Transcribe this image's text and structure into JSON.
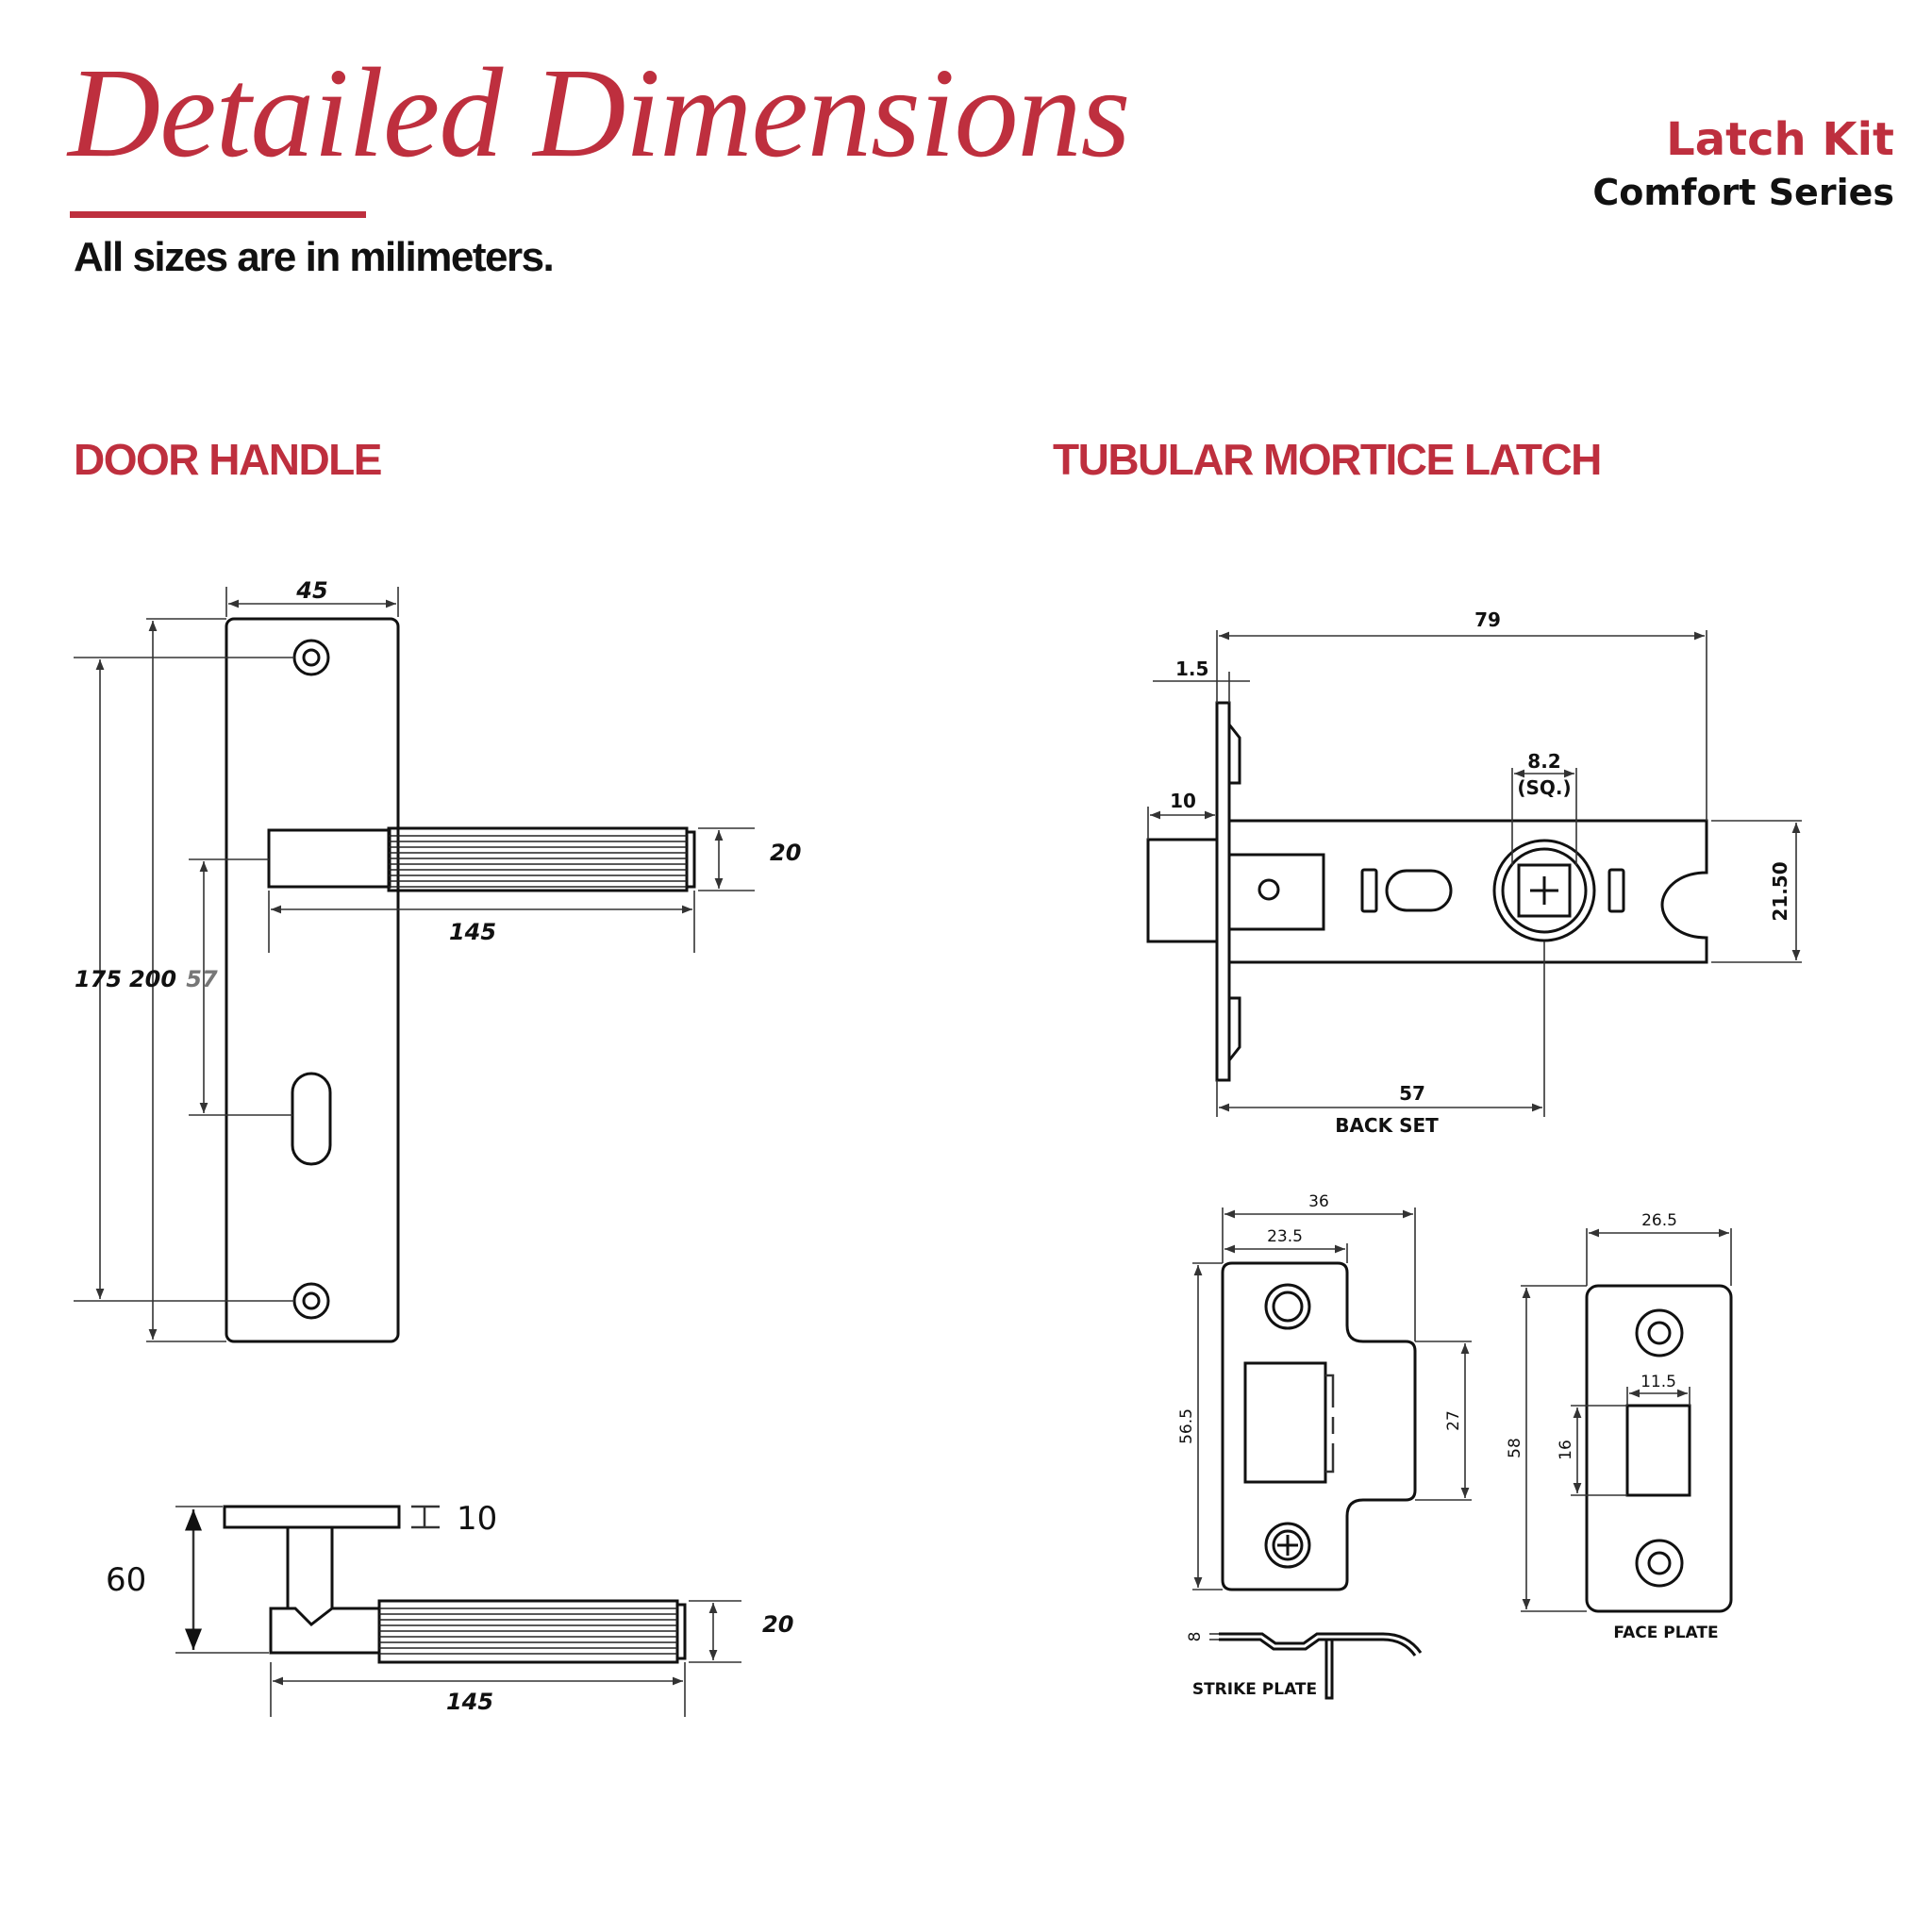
{
  "header": {
    "title": "Detailed Dimensions",
    "subtitle": "All sizes are in milimeters.",
    "product_name": "Latch Kit",
    "product_series": "Comfort Series"
  },
  "colors": {
    "accent": "#be2f3e",
    "text": "#111111",
    "background": "#ffffff"
  },
  "door_handle": {
    "heading": "DOOR HANDLE",
    "front_view": {
      "plate_width": "45",
      "lever_thickness": "20",
      "lever_length": "145",
      "screw_spacing": "175",
      "plate_height": "200",
      "lever_to_keyhole": "57"
    },
    "side_view": {
      "plate_thickness": "10",
      "projection": "60",
      "lever_thickness": "20",
      "lever_length": "145"
    }
  },
  "tubular_latch": {
    "heading": "TUBULAR MORTICE LATCH",
    "latch_view": {
      "overall_length": "79",
      "forend_thickness": "1.5",
      "latch_projection": "10",
      "spindle_size": "8.2",
      "spindle_note": "(SQ.)",
      "case_height": "21.50",
      "backset": "57",
      "backset_label": "BACK SET"
    },
    "strike_plate": {
      "label": "STRIKE PLATE",
      "overall_width": "36",
      "plate_width": "23.5",
      "height": "56.5",
      "lip_height": "27",
      "thickness": "8"
    },
    "face_plate": {
      "label": "FACE PLATE",
      "width": "26.5",
      "height": "58",
      "slot_width": "11.5",
      "slot_height": "16"
    }
  }
}
